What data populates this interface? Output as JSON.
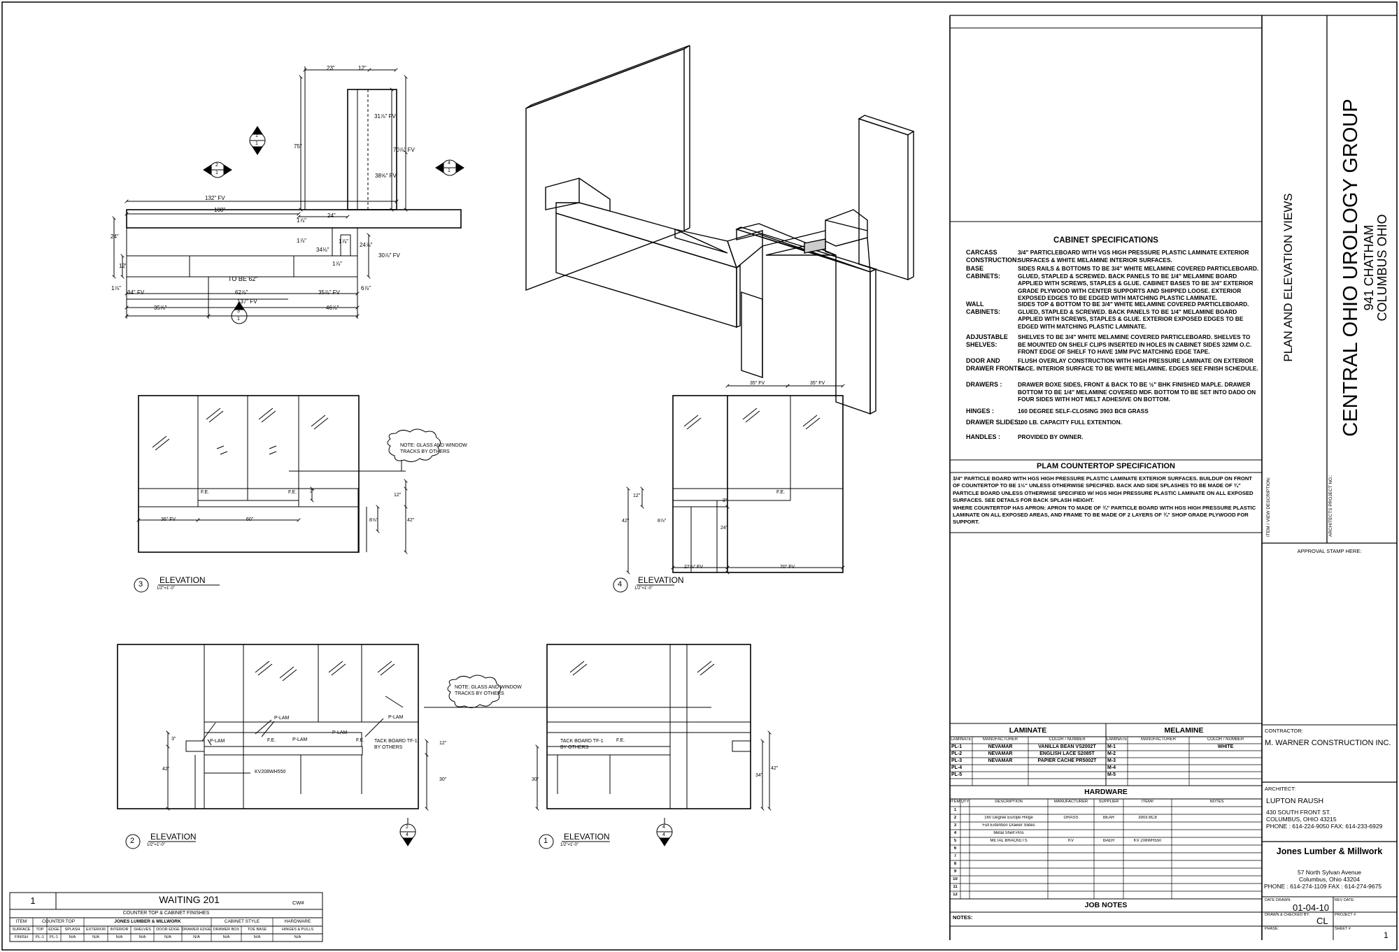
{
  "project": {
    "client": "CENTRAL OHIO UROLOGY GROUP",
    "address": "941 CHATHAM",
    "city": "COLUMBUS OHIO",
    "sheet_title": "PLAN AND ELEVATION  VIEWS",
    "item_label": "ITEM / VIEW DESCRIPTION:",
    "architects_project": "ARCHITECTS PROJECT NO.:",
    "approval": "APPROVAL STAMP HERE:"
  },
  "contractor": {
    "label": "CONTRACTOR:",
    "name": "M. WARNER CONSTRUCTION INC."
  },
  "architect": {
    "label": "ARCHITECT:",
    "name": "LUPTON RAUSH",
    "address1": "430 SOUTH FRONT ST.",
    "address2": "COLUMBUS, OHIO 43215",
    "phone": "PHONE : 614-224-9050   FAX: 614-233-6929"
  },
  "millwork": {
    "name": "Jones Lumber & Millwork",
    "address1": "57 North Sylvan Avenue",
    "address2": "Columbus, Ohio 43204",
    "phone": "PHONE : 614-274-1109     FAX : 614-274-9675"
  },
  "title_block": {
    "date_label": "DATE DRAWN:",
    "date": "01-04-10",
    "rev_label": "REV DATE:",
    "drawn_label": "DRAWN & CHECKED BY:",
    "drawn": "CL",
    "project_label": "PROJECT #",
    "phase_label": "PHASE:",
    "sheet_label": "SHEET #",
    "sheet": "1"
  },
  "cabinet_specs": {
    "title": "CABINET SPECIFICATIONS",
    "items": [
      {
        "label": "CARCASS\nCONSTRUCTION:",
        "text": "3/4\" PARTICLEBOARD WITH VGS HIGH PRESSURE PLASTIC LAMINATE EXTERIOR SURFACES & WHITE MELAMINE INTERIOR SURFACES."
      },
      {
        "label": "BASE\nCABINETS:",
        "text": "SIDES RAILS & BOTTOMS TO BE 3/4\" WHITE MELAMINE COVERED PARTICLEBOARD. GLUED, STAPLED & SCREWED. BACK PANELS TO BE 1/4\" MELAMINE BOARD APPLIED WITH SCREWS, STAPLES & GLUE. CABINET BASES TO BE 3/4\" EXTERIOR GRADE PLYWOOD WITH CENTER SUPPORTS AND SHIPPED LOOSE.  EXTERIOR EXPOSED EDGES TO BE EDGED WITH MATCHING PLASTIC LAMINATE."
      },
      {
        "label": "WALL\nCABINETS:",
        "text": "SIDES TOP & BOTTOM TO BE 3/4\" WHITE MELAMINE COVERED PARTICLEBOARD. GLUED, STAPLED & SCREWED. BACK PANELS TO BE 1/4\" MELAMINE BOARD APPLIED WITH SCREWS, STAPLES & GLUE. EXTERIOR EXPOSED EDGES TO BE EDGED WITH MATCHING PLASTIC LAMINATE."
      },
      {
        "label": "ADJUSTABLE\nSHELVES:",
        "text": "SHELVES TO BE 3/4\" WHITE MELAMINE COVERED PARTICLEBOARD. SHELVES TO BE MOUNTED ON SHELF CLIPS INSERTED IN HOLES IN CABINET SIDES 32MM O.C. FRONT EDGE OF SHELF TO HAVE 1MM PVC MATCHING EDGE TAPE."
      },
      {
        "label": "DOOR AND\nDRAWER FRONTS:",
        "text": "FLUSH OVERLAY CONSTRUCTION WITH HIGH PRESSURE LAMINATE ON EXTERIOR FACE. INTERIOR SURFACE TO BE WHITE MELAMINE. EDGES SEE FINISH SCHEDULE."
      },
      {
        "label": "DRAWERS :",
        "text": "DRAWER BOXE SIDES, FRONT & BACK TO BE ½\" BHK FINISHED MAPLE. DRAWER BOTTOM TO BE 1/4\" MELAMINE COVERED MDF. BOTTOM TO BE SET INTO DADO ON FOUR SIDES WITH HOT MELT ADHESIVE ON BOTTOM."
      },
      {
        "label": "HINGES :",
        "text": "160 DEGREE SELF-CLOSING 3903 BC8 GRASS"
      },
      {
        "label": "DRAWER SLIDES :",
        "text": "100 LB. CAPACITY FULL EXTENTION."
      },
      {
        "label": "HANDLES :",
        "text": "PROVIDED BY OWNER."
      }
    ]
  },
  "plam_spec": {
    "title": "PLAM COUNTERTOP SPECIFICATION",
    "text": "3/4\" PARTICLE BOARD WITH HGS HIGH PRESSURE PLASTIC LAMINATE EXTERIOR SURFACES. BUILDUP ON FRONT OF COUNTERTOP TO BE 1½\" UNLESS OTHERWISE SPECIFIED. BACK AND SIDE SPLASHES TO BE MADE OF ¾\" PARTICLE BOARD UNLESS OTHERWISE SPECIFIED W/ HGS HIGH PRESSURE PLASTIC LAMINATE ON ALL EXPOSED SURFACES. SEE DETAILS FOR BACK SPLASH HEIGHT.\nWHERE COUNTERTOP HAS APRON: APRON TO MADE OF ¾\" PARTICLE BOARD WITH HGS HIGH PRESSURE PLASTIC LAMINATE ON ALL EXPOSED AREAS, AND FRAME TO BE MADE OF 2 LAYERS OF ¾\" SHOP GRADE PLYWOOD FOR SUPPORT."
  },
  "laminate": {
    "title": "LAMINATE",
    "headers": [
      "LAMINATE",
      "MANUFACTURER",
      "COLOR / NUMBER"
    ],
    "rows": [
      [
        "PL-1",
        "NEVAMAR",
        "VANILLA BEAN VS2002T"
      ],
      [
        "PL-2",
        "NEVAMAR",
        "ENGLISH LACE S2085T"
      ],
      [
        "PL-3",
        "NEVAMAR",
        "PAPIER CACHE PR5002T"
      ],
      [
        "PL-4",
        "",
        ""
      ],
      [
        "PL-5",
        "",
        ""
      ]
    ]
  },
  "melamine": {
    "title": "MELAMINE",
    "headers": [
      "LAMINATE",
      "MANUFACTURER",
      "COLOR / NUMBER"
    ],
    "rows": [
      [
        "M-1",
        "",
        "WHITE"
      ],
      [
        "M-2",
        "",
        ""
      ],
      [
        "M-3",
        "",
        ""
      ],
      [
        "M-4",
        "",
        ""
      ],
      [
        "M-5",
        "",
        ""
      ]
    ]
  },
  "hardware": {
    "title": "HARDWARE",
    "headers": [
      "ITEM",
      "QTY",
      "DESCRIPTION",
      "MANUFACTURER",
      "SUPPLIER",
      "ITEM#",
      "NOTES"
    ],
    "rows": [
      [
        "1",
        "",
        "",
        "",
        "",
        "",
        ""
      ],
      [
        "2",
        "",
        "160 Degree Europe Hinge",
        "GRASS",
        "BEAR",
        "3903 BC8",
        ""
      ],
      [
        "3",
        "",
        "Full Extention Drawer Slides",
        "",
        "",
        "",
        ""
      ],
      [
        "4",
        "",
        "Metal Shelf Pins",
        "",
        "",
        "",
        ""
      ],
      [
        "5",
        "",
        "METAL BRACKETS",
        "KV",
        "BAER",
        "KV 208WH550",
        ""
      ],
      [
        "6",
        "",
        "",
        "",
        "",
        "",
        ""
      ],
      [
        "7",
        "",
        "",
        "",
        "",
        "",
        ""
      ],
      [
        "8",
        "",
        "",
        "",
        "",
        "",
        ""
      ],
      [
        "9",
        "",
        "",
        "",
        "",
        "",
        ""
      ],
      [
        "10",
        "",
        "",
        "",
        "",
        "",
        ""
      ],
      [
        "11",
        "",
        "",
        "",
        "",
        "",
        ""
      ],
      [
        "12",
        "",
        "",
        "",
        "",
        "",
        ""
      ]
    ]
  },
  "job_notes": {
    "title": "JOB NOTES",
    "label": "NOTES:"
  },
  "finish_schedule": {
    "num": "1",
    "room": "WAITING 201",
    "cw": "CW#",
    "subtitle": "COUNTER TOP  &  CABINET FINISHES",
    "group_headers": [
      "ITEM",
      "COUNTER TOP",
      "JONES LUMBER & MILLWORK",
      "CABINET STYLE",
      "HARDWARE"
    ],
    "headers": [
      "SURFACE",
      "TOP",
      "EDGE",
      "SPLASH",
      "EXTERIOR",
      "INTERIOR",
      "SHELVES",
      "DOOR EDGE",
      "DRAWER EDGE",
      "DRAWER BOX",
      "TOE BASE",
      "HINGES & PULLS"
    ],
    "values": [
      "FINISH",
      "PL-1",
      "PL-1",
      "N/A",
      "N/A",
      "N/A",
      "N/A",
      "N/A",
      "N/A",
      "N/A",
      "N/A",
      "N/A"
    ]
  },
  "drawing": {
    "plan_dims": {
      "d23": "23\"",
      "d12": "12\"",
      "d75": "75\"",
      "d31": "31⅞\" FV",
      "d70": "70⅞\" FV",
      "d38": "38⅝\" FV",
      "d132": "132\" FV",
      "d108": "108\"",
      "d24": "24\"",
      "d24b": "24\"",
      "d12b": "12\"",
      "d15": "1⅞\"",
      "d34": "34⅛\"",
      "d1a": "1⅞\"",
      "d24c": "24⅞\"",
      "d30": "30⅞\" FV",
      "d1b": "1⅞\"",
      "d34fv": "34\" FV",
      "d62": "62⅞\"",
      "d35fv": "35⅞\" FV",
      "d6": "6⅞\"",
      "d137": "137\" FV",
      "d35": "35⅞\"",
      "d46": "46⅞\"",
      "note": "TO BE 62\""
    },
    "markers": {
      "m1": [
        "1",
        "1"
      ],
      "m2": [
        "2",
        "1"
      ],
      "m3": [
        "3",
        "1"
      ],
      "m4": [
        "4",
        "1"
      ],
      "s1": [
        "2",
        "4"
      ],
      "s2": [
        "4",
        "4"
      ]
    },
    "elev3": {
      "num": "3",
      "title": "ELEVATION",
      "scale": "1/2\"=1'-0\"",
      "note": "NOTE: GLASS AND WINDOW\nTRACKS BY OTHERS",
      "fe1": "F.E.",
      "fe2": "F.E.",
      "d3": "3\"",
      "d12": "12\"",
      "d8": "8⅞\"",
      "d42": "42\"",
      "d36": "36\" FV",
      "d60": "60\""
    },
    "elev4": {
      "num": "4",
      "title": "ELEVATION",
      "scale": "1/2\"=1'-0\"",
      "fe": "F.E.",
      "d35a": "35\" FV",
      "d35b": "35\" FV",
      "d12": "12\"",
      "d3": "3\"",
      "d42": "42\"",
      "d8": "8⅞\"",
      "d24": "24\"",
      "d27": "27⅞\" FV",
      "d70": "70\" FV"
    },
    "elev2": {
      "num": "2",
      "title": "ELEVATION",
      "scale": "1/2\"=1'-0\"",
      "plam1": "P-LAM",
      "plam2": "P-LAM",
      "plam3": "P-LAM",
      "plam4": "P-LAM",
      "plam5": "P-LAM",
      "fe1": "F.E.",
      "fe2": "F.E.",
      "tack": "TACK BOARD TF-1\nBY OTHERS",
      "kv": "KV208WH550",
      "d3": "3\"",
      "d12": "12\"",
      "d42": "42\"",
      "d30": "30\""
    },
    "elev1": {
      "num": "1",
      "title": "ELEVATION",
      "scale": "1/2\"=1'-0\"",
      "note": "NOTE: GLASS AND WINDOW\nTRACKS BY OTHERS",
      "tack": "TACK BOARD TF-1\nBY OTHERS",
      "fe": "F.E.",
      "d30": "30\"",
      "d34": "34\"",
      "d42": "42\""
    }
  }
}
